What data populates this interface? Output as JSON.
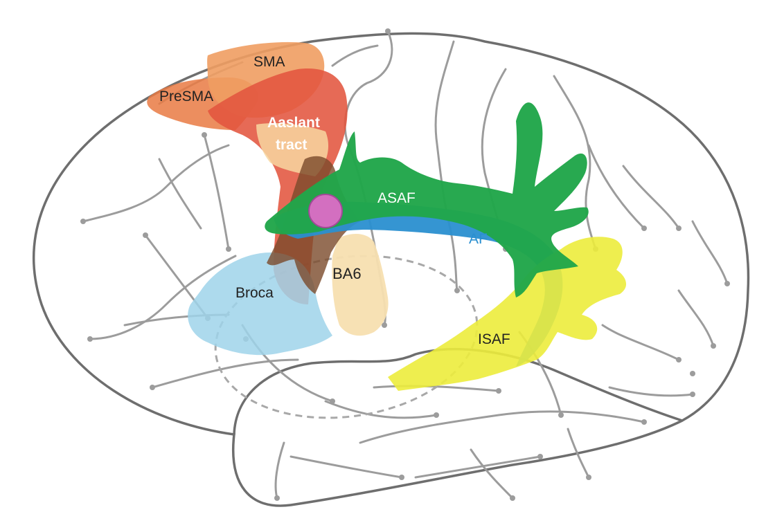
{
  "labels": {
    "sma": "SMA",
    "presma": "PreSMA",
    "aaslant_line1": "Aaslant",
    "aaslant_line2": "tract",
    "asaf": "ASAF",
    "af": "AF",
    "ba6": "BA6",
    "broca": "Broca",
    "isaf": "ISAF"
  },
  "colors": {
    "outline": "#6e6e6e",
    "sulci": "#9c9c9c",
    "sma": "#ef9d62",
    "presma": "#e97a43",
    "aslant": "#e2553f",
    "aslant_dark": "#7a4a2a",
    "broca": "#9fd3ea",
    "ba6": "#f7dfb0",
    "asaf": "#21a64a",
    "af": "#2a8fd0",
    "isaf": "#ecec3c",
    "hub": "#d36fc0",
    "label_dark": "#222222",
    "label_white": "#ffffff",
    "label_af": "#2a8fd0"
  }
}
